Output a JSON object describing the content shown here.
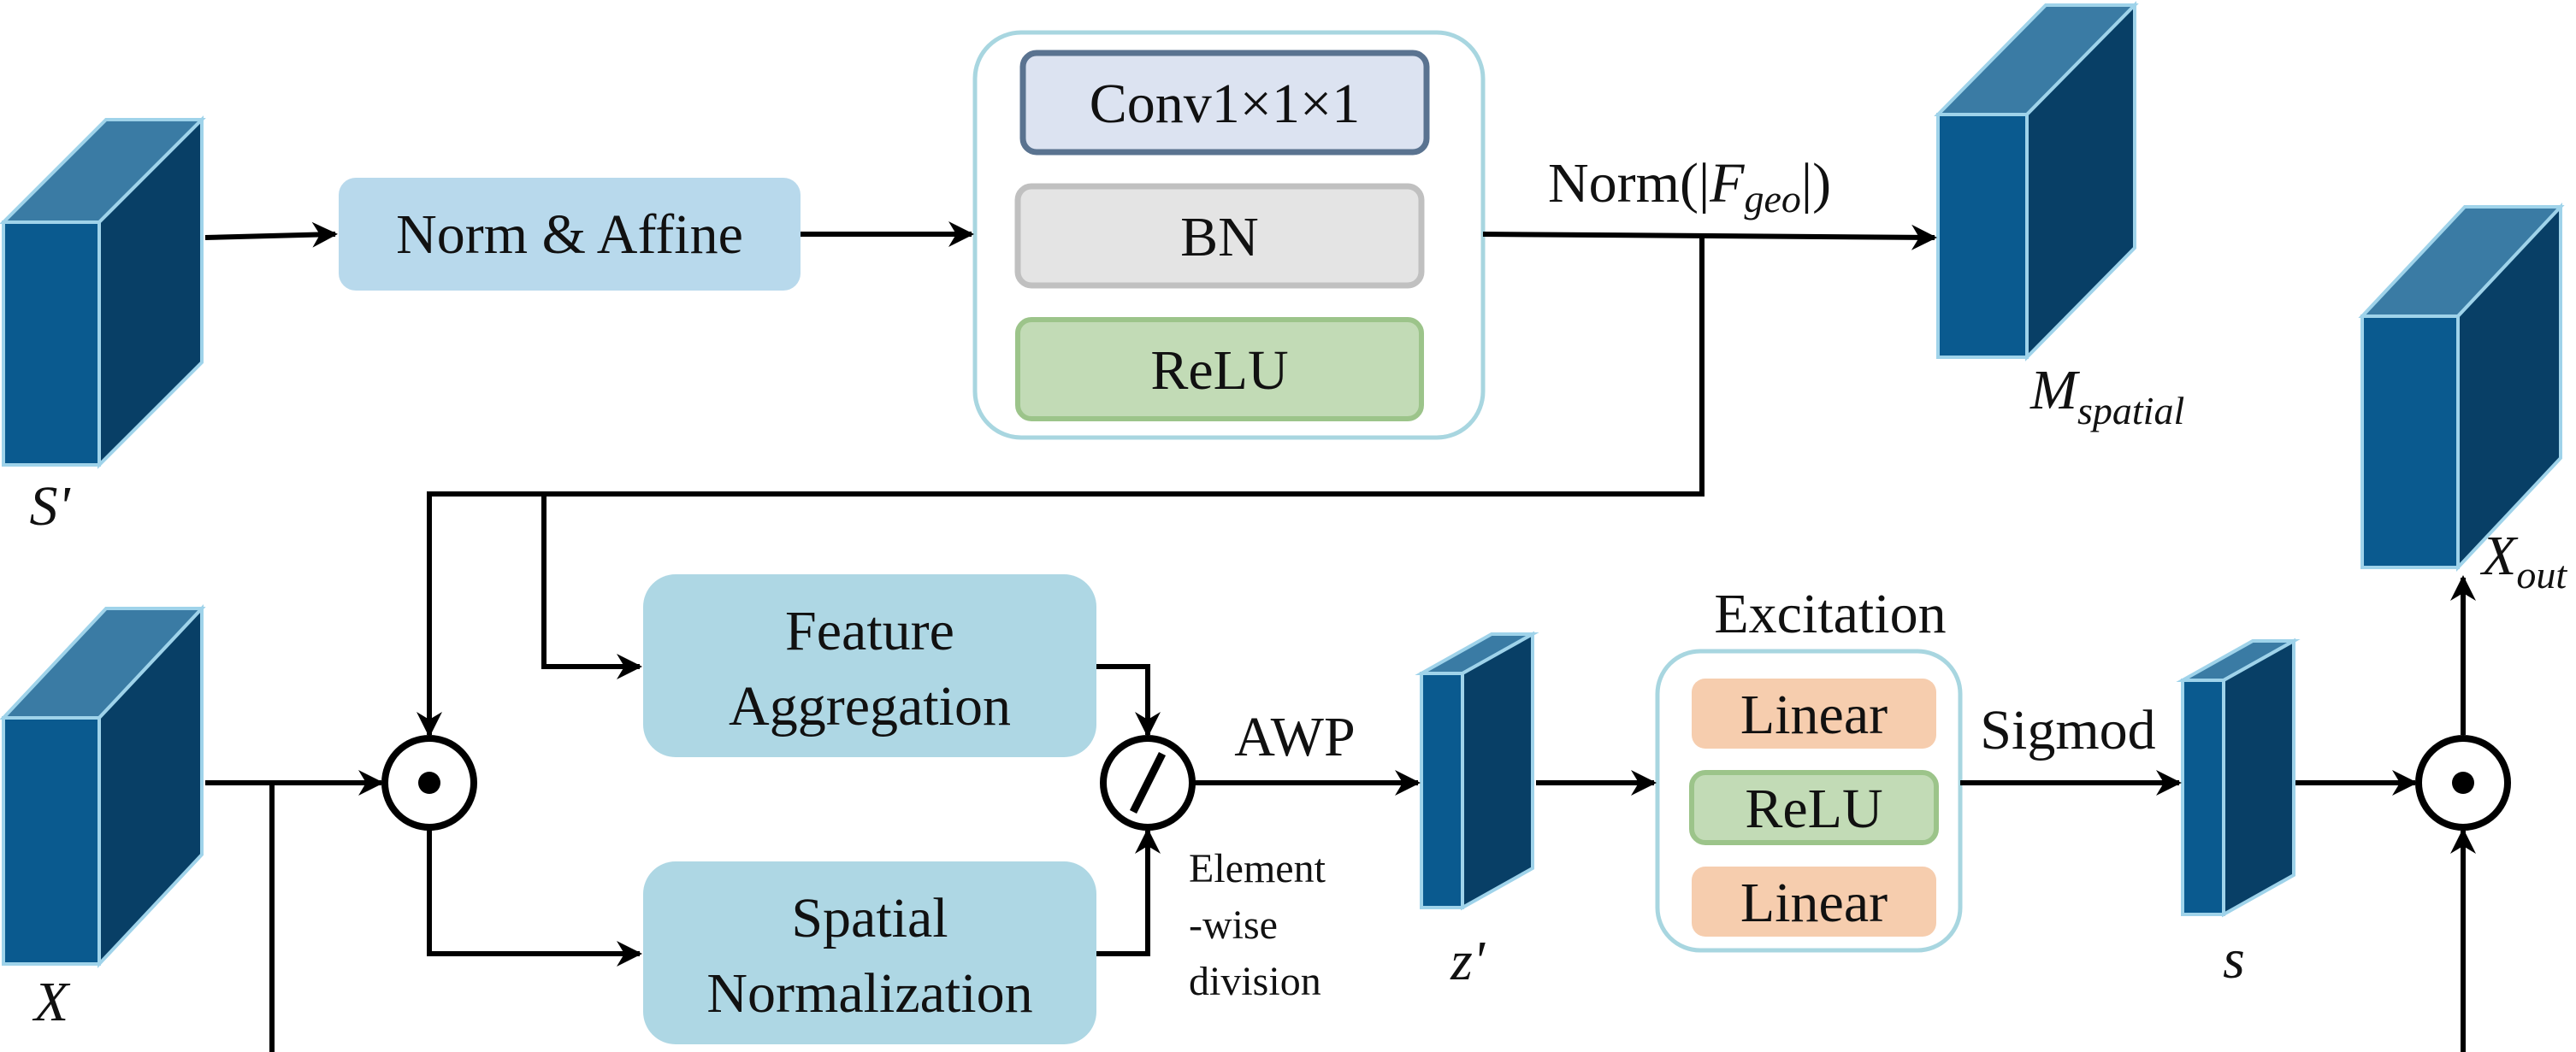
{
  "inputs": {
    "s_prime": "S'",
    "x": "X"
  },
  "top_branch": {
    "norm_affine": "Norm & Affine",
    "conv": "Conv1×1×1",
    "bn": "BN",
    "relu": "ReLU",
    "norm_fgeo_prefix": "Norm(|",
    "norm_fgeo_f": "F",
    "norm_fgeo_sub": "geo",
    "norm_fgeo_suffix": "|)",
    "m_spatial_main": "M",
    "m_spatial_sub": "spatial"
  },
  "middle": {
    "hadamard_symbol": "•",
    "feature_aggregation_line1": "Feature",
    "feature_aggregation_line2": "Aggregation",
    "spatial_normalization_line1": "Spatial",
    "spatial_normalization_line2": "Normalization",
    "division_symbol": "/",
    "awp": "AWP",
    "element_wise_line1": "Element",
    "element_wise_line2": "-wise",
    "element_wise_line3": "division",
    "z_prime": "z'"
  },
  "excitation": {
    "title": "Excitation",
    "linear1": "Linear",
    "relu": "ReLU",
    "linear2": "Linear",
    "sigmod": "Sigmod",
    "s": "s"
  },
  "output": {
    "x_out_main": "X",
    "x_out_sub": "out",
    "hadamard_symbol": "•"
  },
  "colors": {
    "cube_front": "#0a5a8f",
    "cube_top": "#3a7ba4",
    "cube_side": "#083f66",
    "cube_edge": "#9fd3ea",
    "norm_affine_fill": "#b8d9ec",
    "conv_fill": "#dce3f1",
    "conv_stroke": "#5a7390",
    "bn_fill": "#e4e4e4",
    "bn_stroke": "#c0c0c0",
    "relu_fill": "#c2dbb6",
    "relu_stroke": "#9cc48a",
    "module_fill": "#aed7e4",
    "linear_fill": "#f6cdae",
    "container_stroke": "#a8d6e0"
  }
}
